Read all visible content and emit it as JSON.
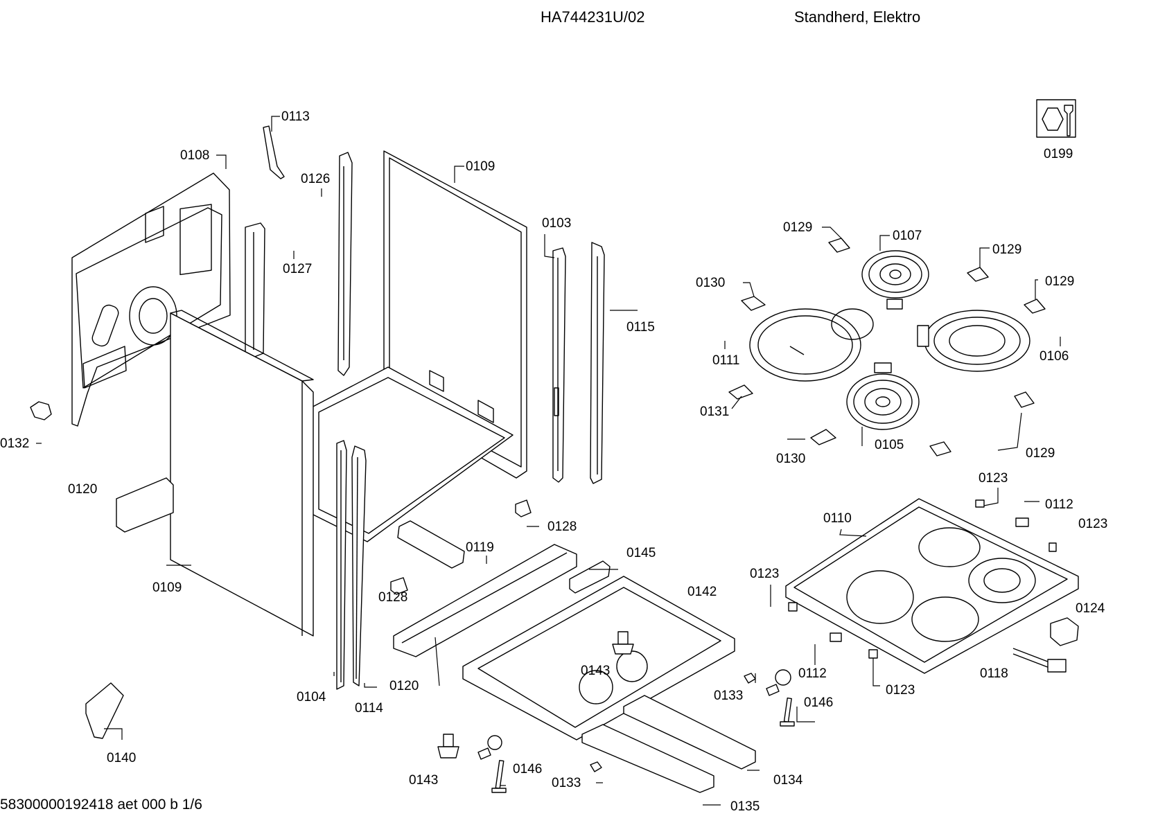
{
  "header": {
    "model": "HA744231U/02",
    "type": "Standherd, Elektro"
  },
  "footer": {
    "doc_id": "58300000192418 aet 000 b 1/6"
  },
  "icons": {
    "service": "wrench-service-icon"
  },
  "labels": {
    "l0113": "0113",
    "l0108": "0108",
    "l0126": "0126",
    "l0109a": "0109",
    "l0103": "0103",
    "l0127": "0127",
    "l0115": "0115",
    "l0132": "0132",
    "l0120a": "0120",
    "l0109b": "0109",
    "l0128a": "0128",
    "l0119": "0119",
    "l0145": "0145",
    "l0142": "0142",
    "l0128b": "0128",
    "l0143a": "0143",
    "l0120b": "0120",
    "l0104": "0104",
    "l0114": "0114",
    "l0140": "0140",
    "l0143b": "0143",
    "l0146a": "0146",
    "l0133a": "0133",
    "l0133b": "0133",
    "l0146b": "0146",
    "l0134": "0134",
    "l0135": "0135",
    "l0199": "0199",
    "l0129a": "0129",
    "l0107": "0107",
    "l0129b": "0129",
    "l0130a": "0130",
    "l0129c": "0129",
    "l0111": "0111",
    "l0106": "0106",
    "l0131": "0131",
    "l0105": "0105",
    "l0130b": "0130",
    "l0129d": "0129",
    "l0123a": "0123",
    "l0112a": "0112",
    "l0110": "0110",
    "l0123b": "0123",
    "l0123c": "0123",
    "l0124": "0124",
    "l0118": "0118",
    "l0112b": "0112",
    "l0123d": "0123"
  }
}
